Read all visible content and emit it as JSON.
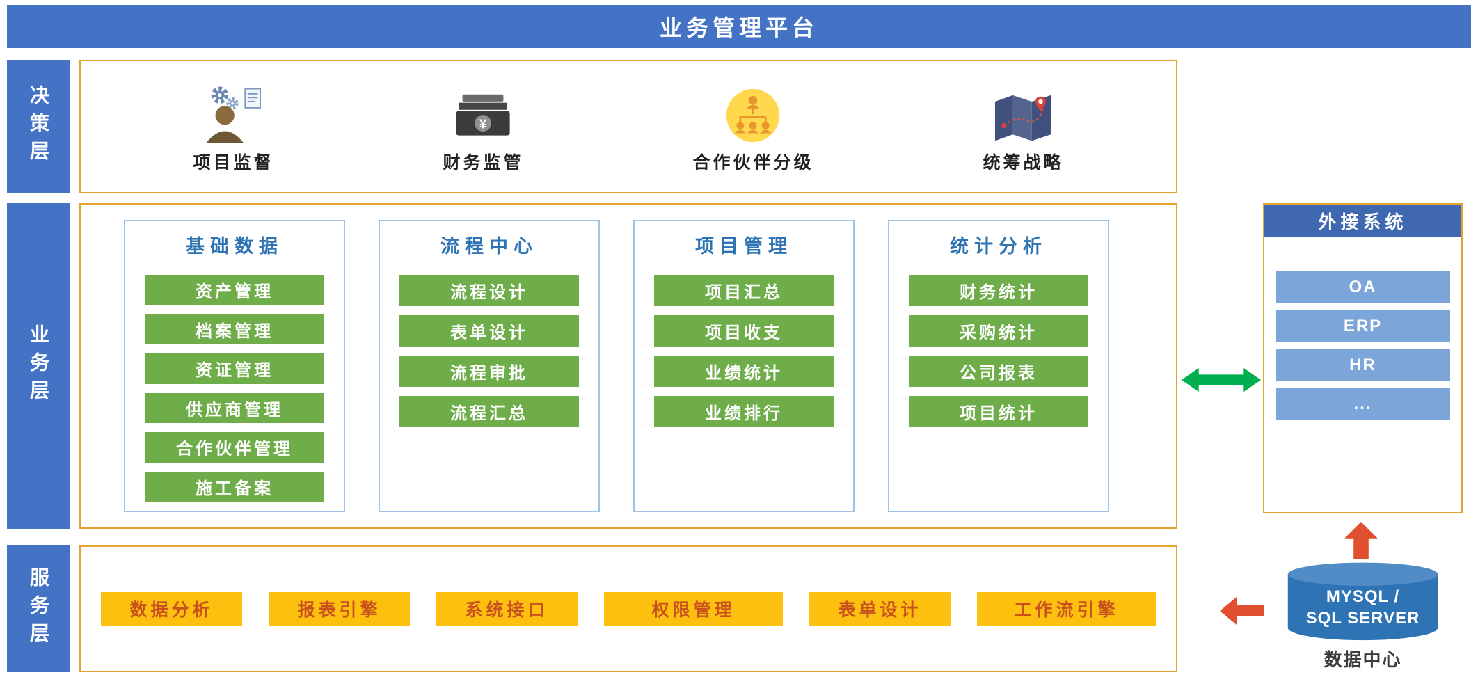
{
  "header": {
    "title": "业务管理平台"
  },
  "decision_layer": {
    "label": "决策层",
    "items": [
      {
        "label": "项目监督",
        "icon": "supervisor-gears-icon"
      },
      {
        "label": "财务监管",
        "icon": "money-stack-icon"
      },
      {
        "label": "合作伙伴分级",
        "icon": "partner-network-icon"
      },
      {
        "label": "统筹战略",
        "icon": "strategy-map-icon"
      }
    ]
  },
  "business_layer": {
    "label": "业务层",
    "columns": [
      {
        "title": "基础数据",
        "items": [
          "资产管理",
          "档案管理",
          "资证管理",
          "供应商管理",
          "合作伙伴管理",
          "施工备案"
        ]
      },
      {
        "title": "流程中心",
        "items": [
          "流程设计",
          "表单设计",
          "流程审批",
          "流程汇总"
        ]
      },
      {
        "title": "项目管理",
        "items": [
          "项目汇总",
          "项目收支",
          "业绩统计",
          "业绩排行"
        ]
      },
      {
        "title": "统计分析",
        "items": [
          "财务统计",
          "采购统计",
          "公司报表",
          "项目统计"
        ]
      }
    ]
  },
  "service_layer": {
    "label": "服务层",
    "items": [
      "数据分析",
      "报表引擎",
      "系统接口",
      "权限管理",
      "表单设计",
      "工作流引擎"
    ]
  },
  "external_systems": {
    "title": "外接系统",
    "items": [
      "OA",
      "ERP",
      "HR",
      "..."
    ]
  },
  "data_center": {
    "db_line1": "MYSQL /",
    "db_line2": "SQL SERVER",
    "caption": "数据中心"
  },
  "colors": {
    "primary_blue": "#4472C4",
    "external_header_blue": "#3F68B1",
    "external_button_blue": "#7CA5D9",
    "column_title_blue": "#2E74B5",
    "column_border_blue": "#9DC3E6",
    "green_button": "#6FAD4B",
    "gold_border": "#E3A42F",
    "yellow_button": "#FEC00F",
    "yellow_button_text": "#C8511D",
    "arrow_green": "#00B050",
    "arrow_red": "#E1502E",
    "database_blue": "#2E74B5"
  }
}
